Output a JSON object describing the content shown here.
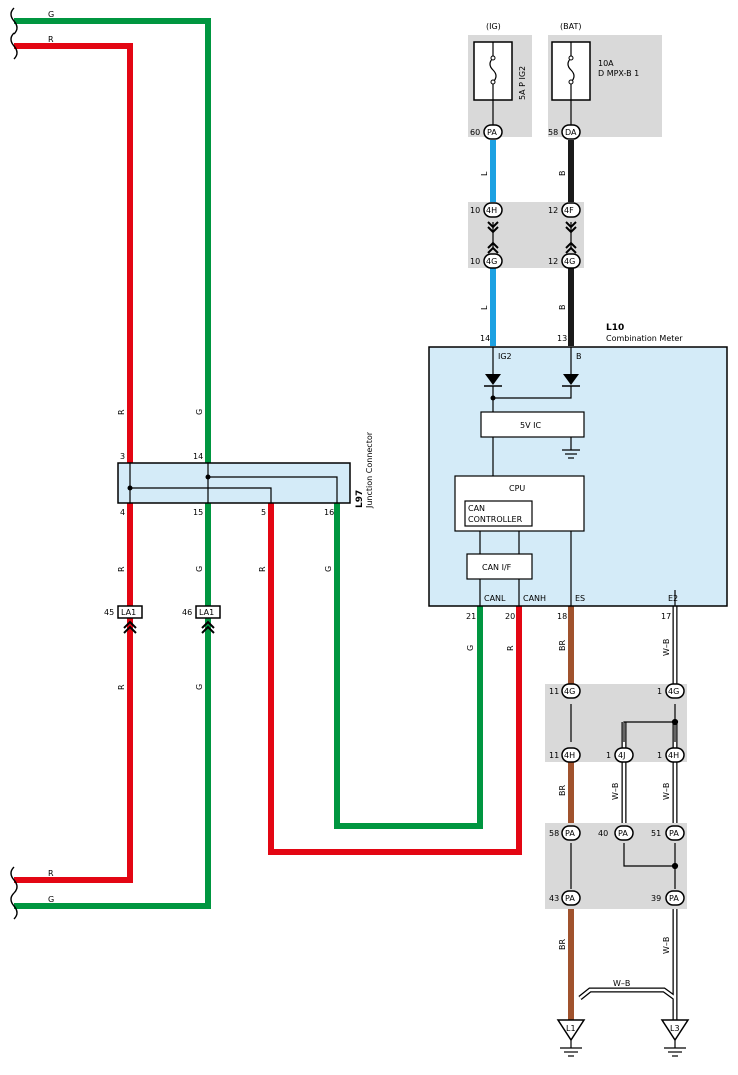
{
  "colors": {
    "red": "#e30613",
    "green": "#009640",
    "blue": "#1da1e2",
    "black": "#1a1a1a",
    "brown": "#a0522d",
    "grey_box": "#d9d9d9",
    "meter_fill": "#d4ebf8"
  },
  "fuses": {
    "ig": {
      "header": "(IG)",
      "name": "5A P IG2"
    },
    "bat": {
      "header": "(BAT)",
      "amp": "10A",
      "name": "D MPX-B 1"
    }
  },
  "meter": {
    "id": "L10",
    "name": "Combination Meter",
    "pin_labels": {
      "ig2": "IG2",
      "b": "B",
      "canl": "CANL",
      "canh": "CANH",
      "es": "ES",
      "e2": "E2"
    },
    "blocks": {
      "ic": "5V IC",
      "cpu": "CPU",
      "can_ctrl_1": "CAN",
      "can_ctrl_2": "CONTROLLER",
      "can_if": "CAN I/F"
    }
  },
  "junction": {
    "id": "L97",
    "name": "Junction Connector"
  },
  "connectors": {
    "pa": "PA",
    "da": "DA",
    "4h": "4H",
    "4g": "4G",
    "4f": "4F",
    "4j": "4J",
    "la1": "LA1"
  },
  "pins": {
    "p60": "60",
    "p58": "58",
    "p10a": "10",
    "p10b": "10",
    "p12a": "12",
    "p12b": "12",
    "p14": "14",
    "p13": "13",
    "p21": "21",
    "p20": "20",
    "p18": "18",
    "p17": "17",
    "j3": "3",
    "j14": "14",
    "j4": "4",
    "j15": "15",
    "j5": "5",
    "j16": "16",
    "p45": "45",
    "p46": "46",
    "p11a": "11",
    "p1a": "1",
    "p11b": "11",
    "p1b": "1",
    "p1c": "1",
    "p58b": "58",
    "p40": "40",
    "p51": "51",
    "p43": "43",
    "p39": "39"
  },
  "wire_colors": {
    "r": "R",
    "g": "G",
    "l": "L",
    "b": "B",
    "br": "BR",
    "wb": "W–B"
  },
  "grounds": {
    "l1": "L1",
    "l3": "L3"
  }
}
